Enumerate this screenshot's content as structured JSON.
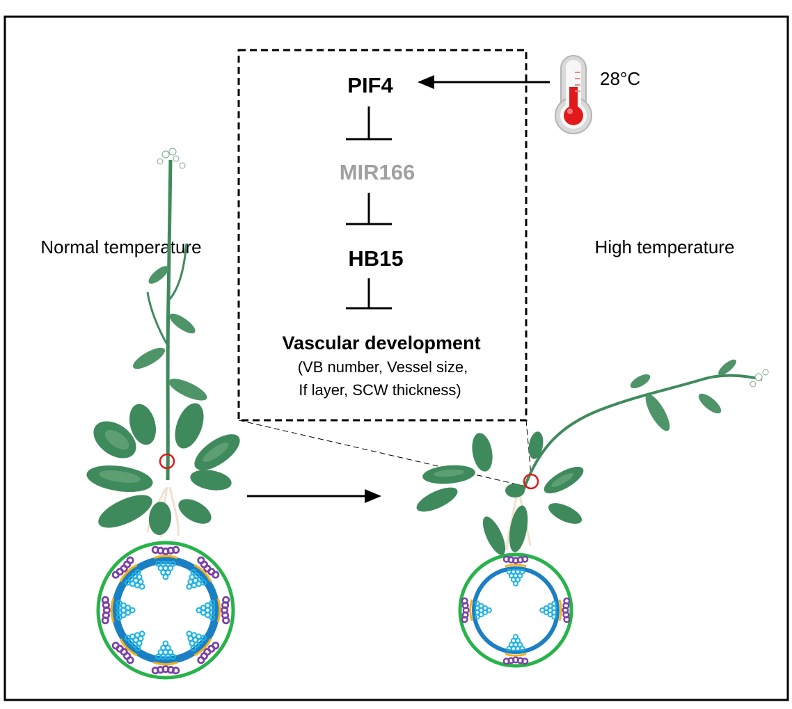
{
  "pathway": {
    "nodes": {
      "pif4": "PIF4",
      "mir166": "MIR166",
      "hb15": "HB15",
      "vascular_title": "Vascular development",
      "vascular_detail_1": "(VB number, Vessel size,",
      "vascular_detail_2": "If layer, SCW thickness)"
    },
    "stimulus": "28°C"
  },
  "conditions": {
    "normal": "Normal temperature",
    "high": "High temperature"
  },
  "cross_sections": {
    "normal_bundle_count": 8,
    "high_bundle_count": 4
  },
  "colors": {
    "leaf": "#3f8a5c",
    "leaf_light": "#6aa77d",
    "stem_ring": "#1b7fc4",
    "epidermis": "#27b34a",
    "xylem": "#1fb3e6",
    "phloem": "#7b3fa8",
    "cambium": "#f2b21a",
    "highlight": "#e2191b",
    "mir_text": "#a0a0a0"
  }
}
